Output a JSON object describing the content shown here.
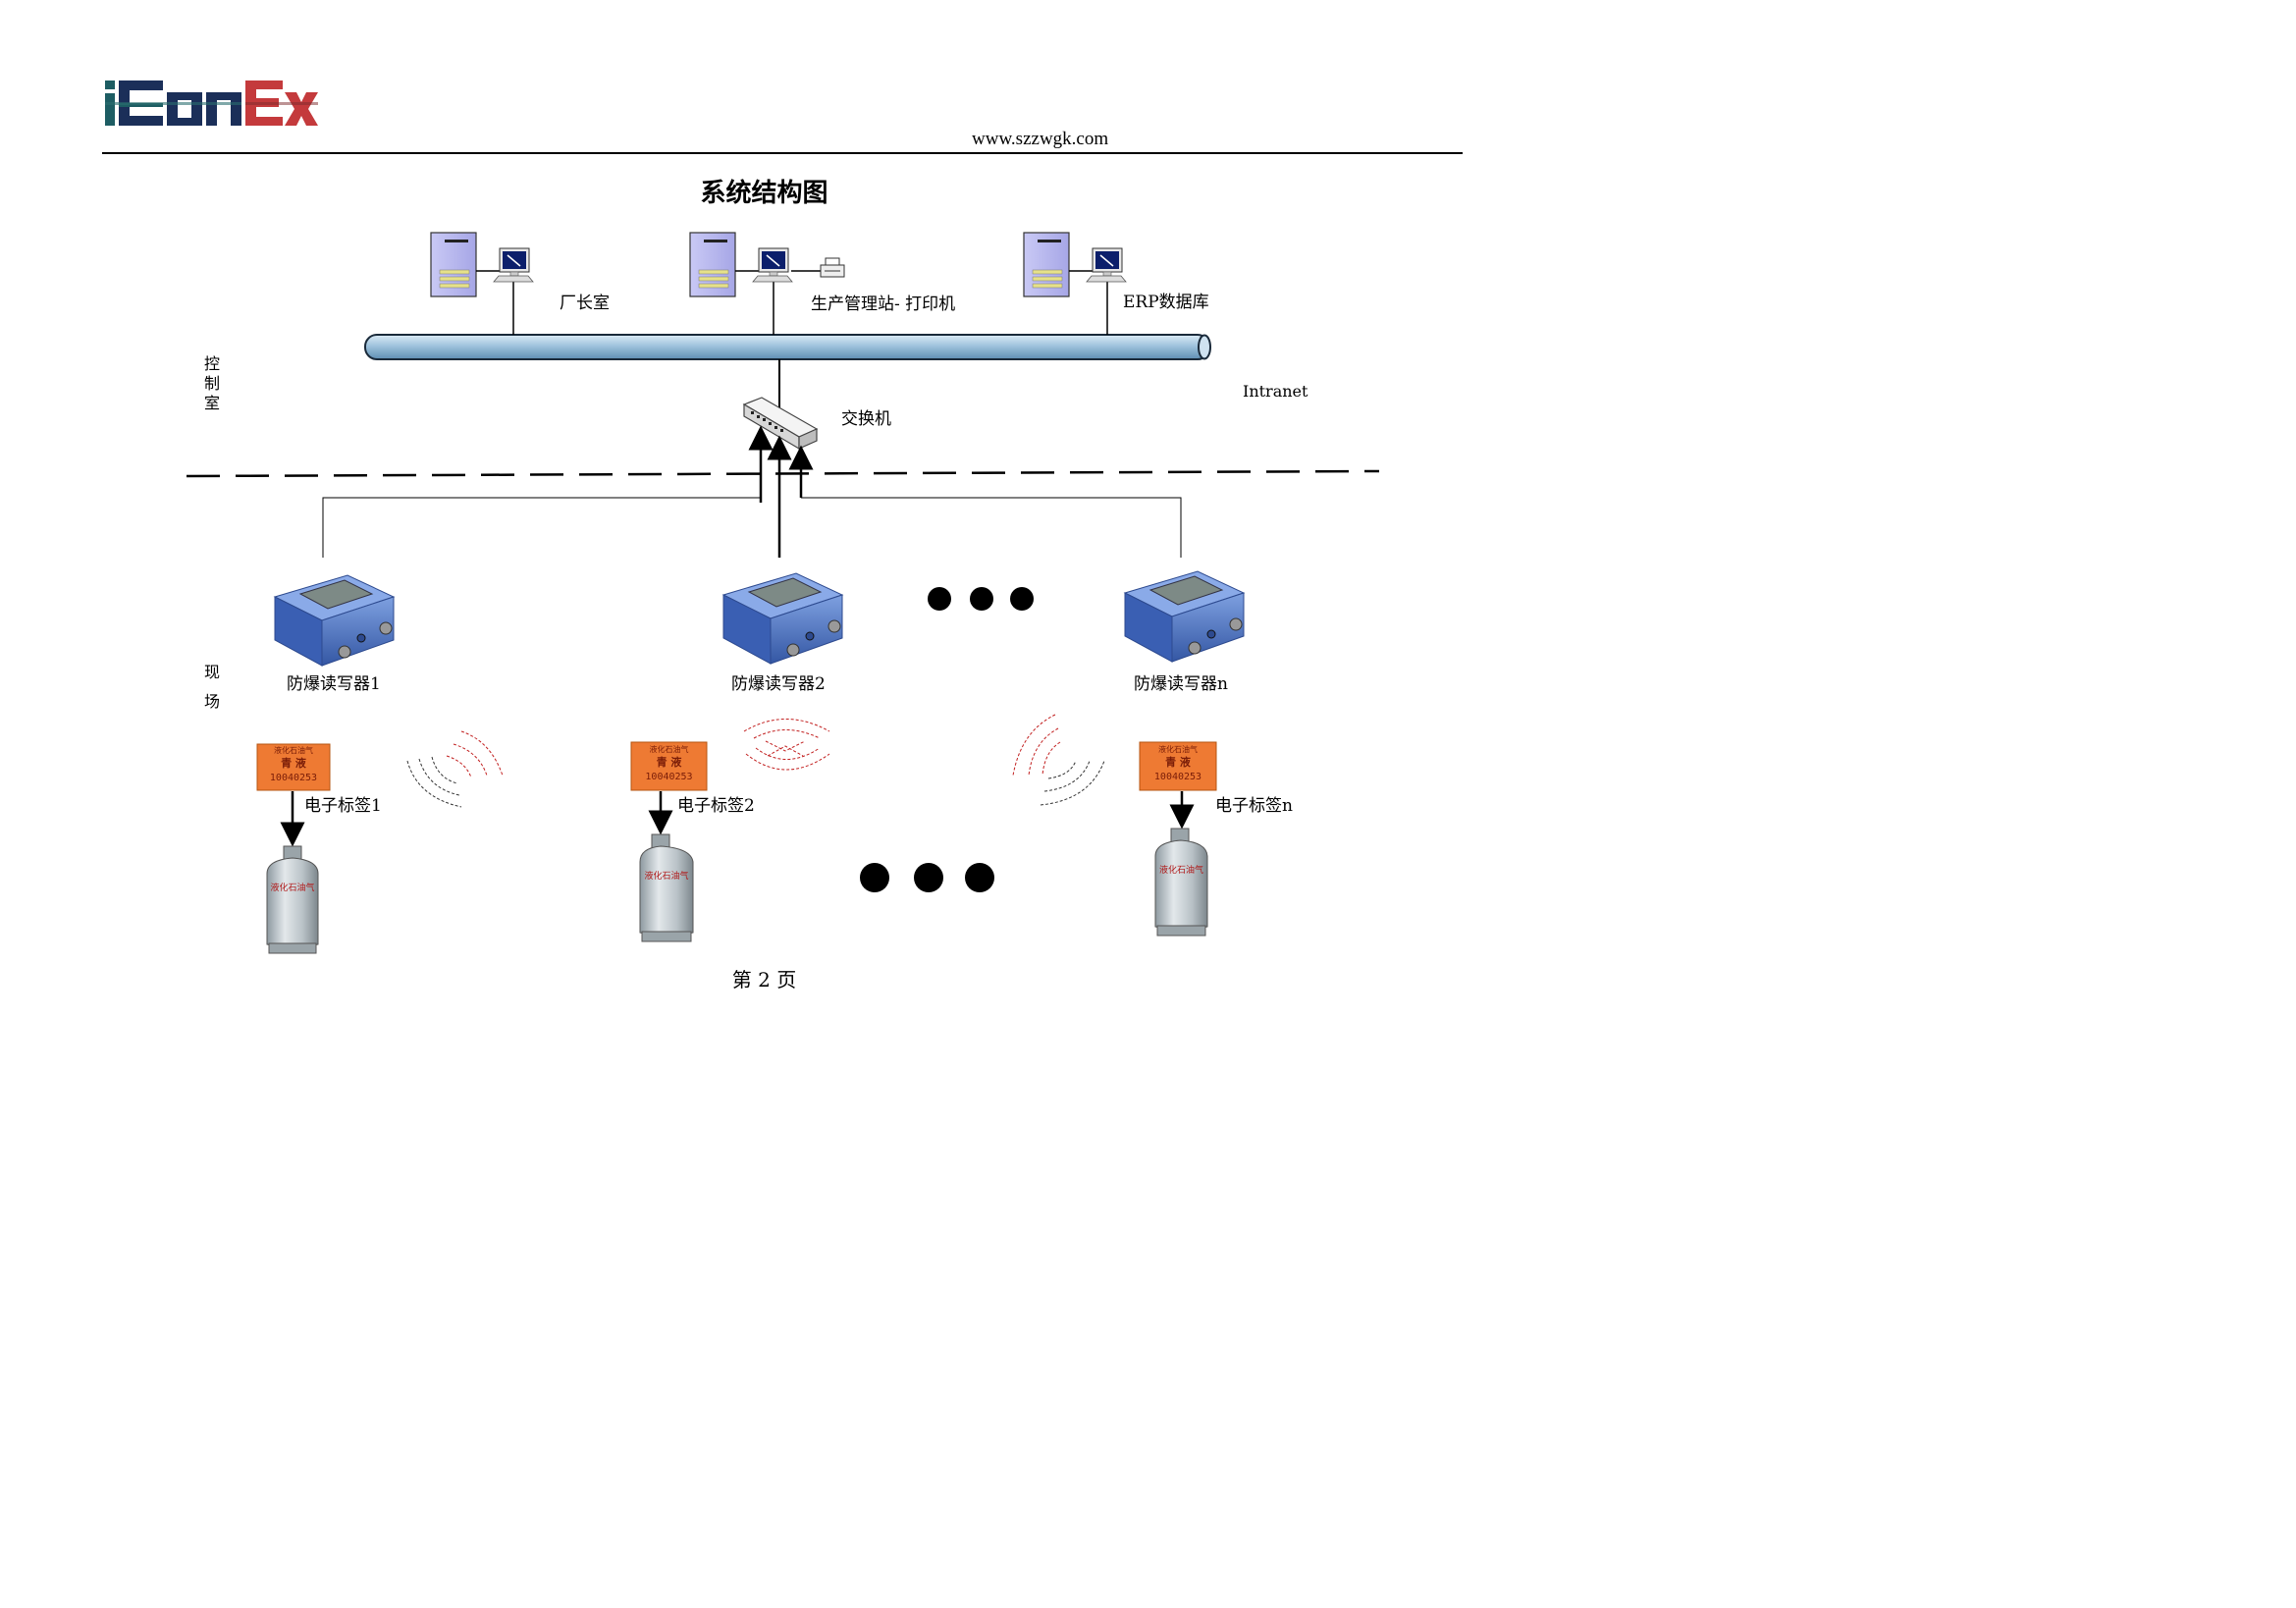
{
  "header": {
    "logo_text": "iConEx",
    "url": "www.szzwgk.com"
  },
  "title": "系统结构图",
  "zones": {
    "control_room": "控制室",
    "field": "现场",
    "network": "Intranet"
  },
  "stations": [
    {
      "label": "厂长室"
    },
    {
      "label": "生产管理站- 打印机"
    },
    {
      "label": "ERP数据库"
    }
  ],
  "switch_label": "交换机",
  "readers": [
    {
      "label": "防爆读写器1"
    },
    {
      "label": "防爆读写器2"
    },
    {
      "label": "防爆读写器n"
    }
  ],
  "tags": [
    {
      "label": "电子标签1",
      "tag_text": [
        "液化石油气",
        "青  液",
        "10040253"
      ]
    },
    {
      "label": "电子标签2",
      "tag_text": [
        "液化石油气",
        "青  液",
        "10040253"
      ]
    },
    {
      "label": "电子标签n",
      "tag_text": [
        "液化石油气",
        "青  液",
        "10040253"
      ]
    }
  ],
  "cylinder_text": "液化石油气",
  "footer": "第 2 页",
  "colors": {
    "logo_teal": "#1d5d63",
    "logo_navy": "#1b2f59",
    "logo_red": "#c43a3c",
    "pipe_blue": "#9fc3dd",
    "reader_blue": "#4a74c4",
    "tag_orange": "#ee7a33",
    "cylinder_gray": "#b9c2c7",
    "wave_red": "#c22020"
  }
}
